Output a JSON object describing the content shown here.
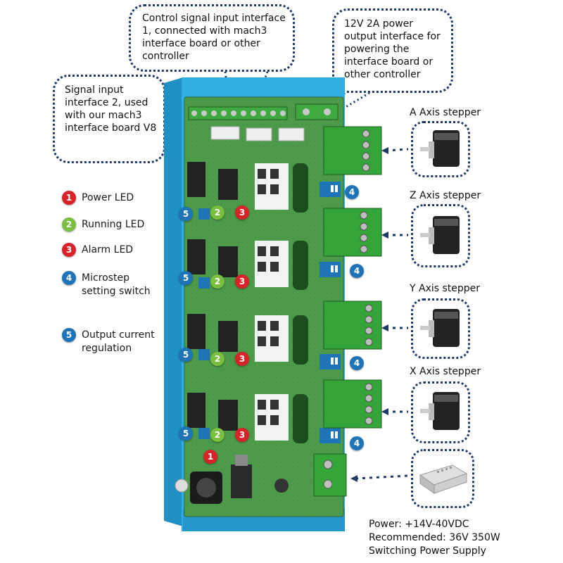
{
  "callouts": {
    "control_signal": "Control signal input interface 1, connected with mach3 interface board or other controller",
    "power_output": "12V 2A power output interface for powering the interface board or other controller",
    "signal_input2": "Signal input interface 2, used with our mach3 interface board V8"
  },
  "legend": [
    {
      "num": "1",
      "label": "Power LED",
      "color": "#d9232a"
    },
    {
      "num": "2",
      "label": "Running LED",
      "color": "#7bbf3f"
    },
    {
      "num": "3",
      "label": "Alarm LED",
      "color": "#d9232a"
    },
    {
      "num": "4",
      "label": "Microstep setting switch",
      "color": "#1f73b7"
    },
    {
      "num": "5",
      "label": "Output current regulation",
      "color": "#1f73b7"
    }
  ],
  "axes": [
    {
      "label": "A Axis stepper"
    },
    {
      "label": "Z Axis stepper"
    },
    {
      "label": "Y Axis stepper"
    },
    {
      "label": "X Axis stepper"
    }
  ],
  "power": {
    "line1": "Power: +14V-40VDC",
    "line2": "Recommended: 36V 350W",
    "line3": "Switching Power Supply"
  },
  "colors": {
    "frame": "#29a9e0",
    "pcb": "#4f9a4e",
    "terminal": "#35a23a",
    "dotted": "#1f3a66"
  }
}
